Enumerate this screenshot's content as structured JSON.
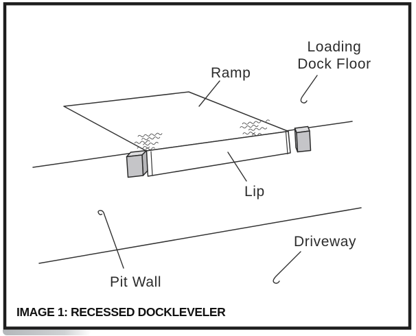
{
  "diagram": {
    "caption": "IMAGE 1: RECESSED DOCKLEVELER",
    "labels": {
      "ramp": "Ramp",
      "loading_dock_floor_line1": "Loading",
      "loading_dock_floor_line2": "Dock Floor",
      "lip": "Lip",
      "pit_wall": "Pit Wall",
      "driveway": "Driveway"
    },
    "colors": {
      "line": "#333333",
      "text": "#2b2b2b",
      "frame": "#1d1d1d",
      "bumper_front": "#c5c5c8",
      "bumper_top": "#dedee0",
      "bumper_side": "#b7b7ba",
      "bumper_side_light": "#e8e8ea",
      "shadow": "#b4b7ba",
      "background": "#ffffff"
    }
  }
}
